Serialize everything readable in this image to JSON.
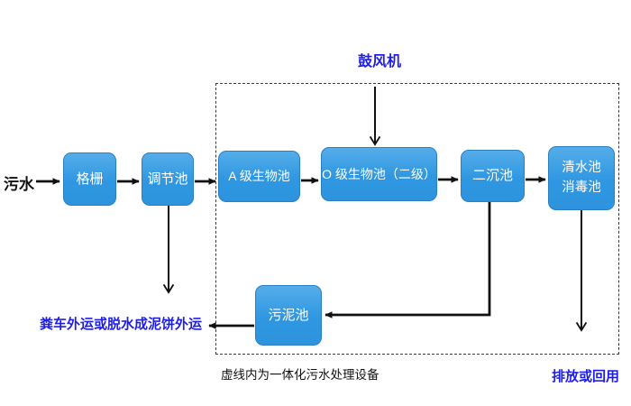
{
  "diagram": {
    "title_hint": "integrated wastewater treatment process flowchart",
    "source_label": "污水",
    "blower_label": "鼓风机",
    "sludge_out_label": "粪车外运或脱水成泥饼外运",
    "caption": "虚线内为一体化污水处理设备",
    "discharge_label": "排放或回用",
    "nodes": {
      "grille": "格栅",
      "regulating_tank": "调节池",
      "a_bio_tank": "A 级生物池",
      "o_bio_tank": "O 级生物池（二级）",
      "secondary_sedimentation_tank": "二沉池",
      "clear_water_tank_line1": "清水池",
      "clear_water_tank_line2": "消毒池",
      "sludge_tank": "污泥池"
    },
    "colors": {
      "node_fill_top": "#55ade9",
      "node_fill_bottom": "#2e93dd",
      "node_border": "#2a7fc0",
      "node_text": "#ffffff",
      "blue_label_text": "#1e1ee8",
      "black_text": "#111111",
      "arrow": "#111111",
      "dashed_border": "#3a3a3a",
      "background": "#ffffff"
    }
  }
}
